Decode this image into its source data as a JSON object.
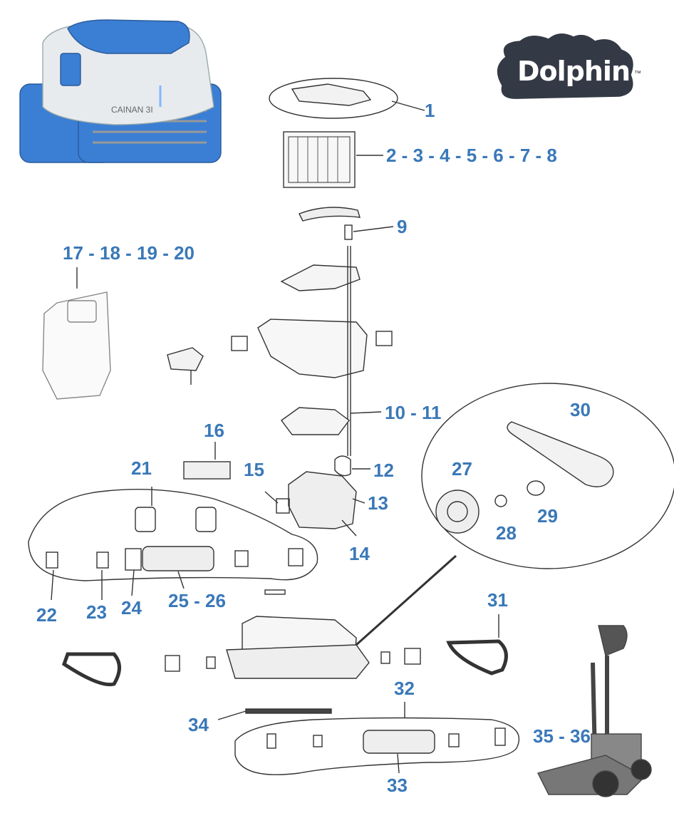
{
  "brand": {
    "logo_text": "Dolphin",
    "trademark": "™",
    "robot_model_label": "CAINAN 3I"
  },
  "colors": {
    "label_blue": "#3a78b8",
    "robot_blue": "#3b7fd4",
    "logo_dark": "#343a45",
    "line": "#333333"
  },
  "callouts": [
    {
      "id": "1",
      "text": "1"
    },
    {
      "id": "2-8",
      "text": "2 - 3 - 4 - 5 - 6 - 7 - 8"
    },
    {
      "id": "9",
      "text": "9"
    },
    {
      "id": "17-20",
      "text": "17 - 18 - 19 - 20"
    },
    {
      "id": "10-11",
      "text": "10 - 11"
    },
    {
      "id": "30",
      "text": "30"
    },
    {
      "id": "16",
      "text": "16"
    },
    {
      "id": "21",
      "text": "21"
    },
    {
      "id": "15",
      "text": "15"
    },
    {
      "id": "12",
      "text": "12"
    },
    {
      "id": "27",
      "text": "27"
    },
    {
      "id": "13",
      "text": "13"
    },
    {
      "id": "28",
      "text": "28"
    },
    {
      "id": "29",
      "text": "29"
    },
    {
      "id": "14",
      "text": "14"
    },
    {
      "id": "22",
      "text": "22"
    },
    {
      "id": "23",
      "text": "23"
    },
    {
      "id": "24",
      "text": "24"
    },
    {
      "id": "25-26",
      "text": "25 - 26"
    },
    {
      "id": "31",
      "text": "31"
    },
    {
      "id": "32",
      "text": "32"
    },
    {
      "id": "34",
      "text": "34"
    },
    {
      "id": "35-36",
      "text": "35 - 36"
    },
    {
      "id": "33",
      "text": "33"
    }
  ]
}
